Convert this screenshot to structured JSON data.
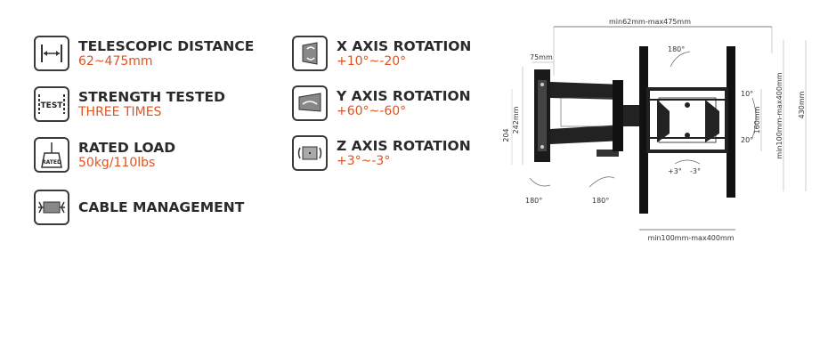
{
  "features_left": [
    {
      "icon": "telescopic-distance-icon",
      "title": "TELESCOPIC DISTANCE",
      "value": "62~475mm"
    },
    {
      "icon": "strength-test-icon",
      "icon_text": "TEST",
      "title": "STRENGTH TESTED",
      "value": "THREE TIMES"
    },
    {
      "icon": "rated-load-icon",
      "icon_text": "RATED",
      "title": "RATED LOAD",
      "value": "50kg/110lbs"
    },
    {
      "icon": "cable-management-icon",
      "title": "CABLE MANAGEMENT",
      "value": ""
    }
  ],
  "features_right": [
    {
      "icon": "x-axis-rotation-icon",
      "title": "X AXIS ROTATION",
      "value": "+10°~-20°"
    },
    {
      "icon": "y-axis-rotation-icon",
      "title": "Y AXIS ROTATION",
      "value": "+60°~-60°"
    },
    {
      "icon": "z-axis-rotation-icon",
      "title": "Z AXIS ROTATION",
      "value": "+3°~-3°"
    }
  ],
  "diagram": {
    "top_dim": "min62mm-max475mm",
    "dim_75": "75mm",
    "dim_242": "242mm",
    "dim_204": "204",
    "rot_top": "180°",
    "rot_left": "180°",
    "rot_mid": "180°",
    "tilt_up": "10°",
    "tilt_down": "20°",
    "dim_160": "160mm",
    "dim_vert_range": "min100mm-max400mm",
    "dim_430": "430mm",
    "swivel_plus": "+3°",
    "swivel_minus": "-3°",
    "bottom_dim": "min100mm-max400mm"
  }
}
